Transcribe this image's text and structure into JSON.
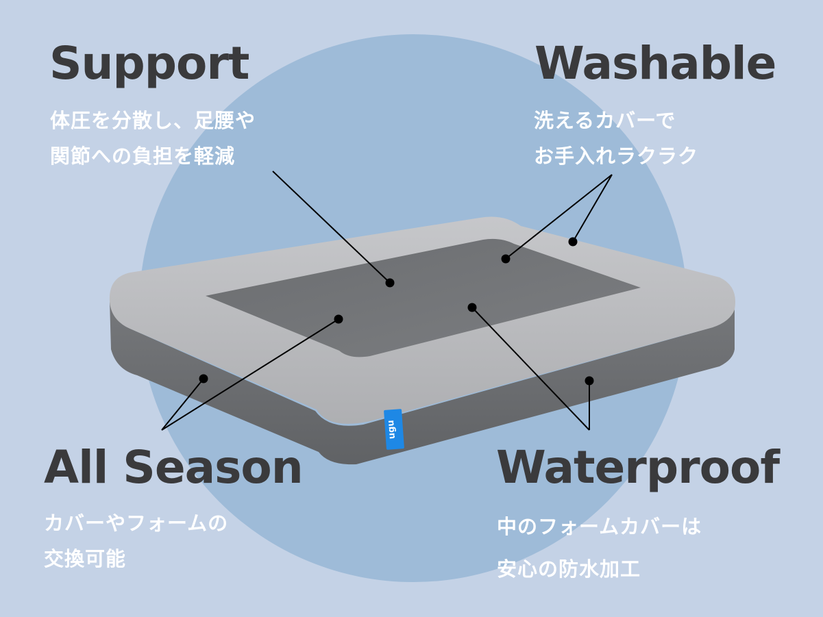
{
  "features": {
    "support": {
      "title": "Support",
      "line1": "体圧を分散し、足腰や",
      "line2": "関節への負担を軽減"
    },
    "washable": {
      "title": "Washable",
      "line1": "洗えるカバーで",
      "line2": "お手入れラクラク"
    },
    "all_season": {
      "title": "All Season",
      "line1": "カバーやフォームの",
      "line2": "交換可能"
    },
    "waterproof": {
      "title": "Waterproof",
      "line1": "中のフォームカバーは",
      "line2": "安心の防水加工"
    }
  },
  "product": {
    "tag_text": "ugu"
  },
  "colors": {
    "background": "#c4d2e6",
    "circle": "#9ebbd8",
    "title": "#3a3a3c",
    "subtitle": "#ffffff",
    "bolster": "#b9babd",
    "base": "#6e7073",
    "cushion": "#707275",
    "tag": "#1e88e5"
  },
  "icons": [
    "bed-illustration"
  ]
}
